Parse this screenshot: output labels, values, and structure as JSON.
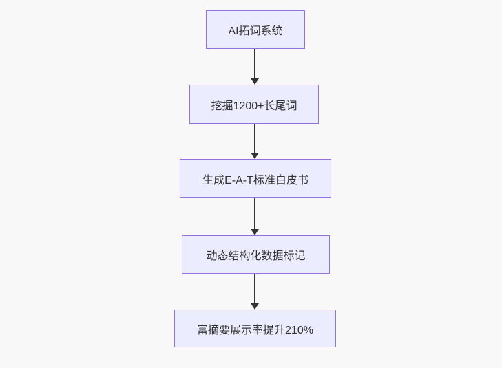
{
  "diagram": {
    "type": "flowchart",
    "direction": "top-down",
    "nodes": [
      {
        "id": "n1",
        "label": "AI拓词系统"
      },
      {
        "id": "n2",
        "label": "挖掘1200+长尾词"
      },
      {
        "id": "n3",
        "label": "生成E-A-T标准白皮书"
      },
      {
        "id": "n4",
        "label": "动态结构化数据标记"
      },
      {
        "id": "n5",
        "label": "富摘要展示率提升210%"
      }
    ],
    "edges": [
      {
        "from": "n1",
        "to": "n2"
      },
      {
        "from": "n2",
        "to": "n3"
      },
      {
        "from": "n3",
        "to": "n4"
      },
      {
        "from": "n4",
        "to": "n5"
      }
    ],
    "colors": {
      "background": "#f8f8f8",
      "node_fill": "#ececff",
      "node_border": "#9370db",
      "arrow": "#333333",
      "text": "#333333"
    }
  }
}
